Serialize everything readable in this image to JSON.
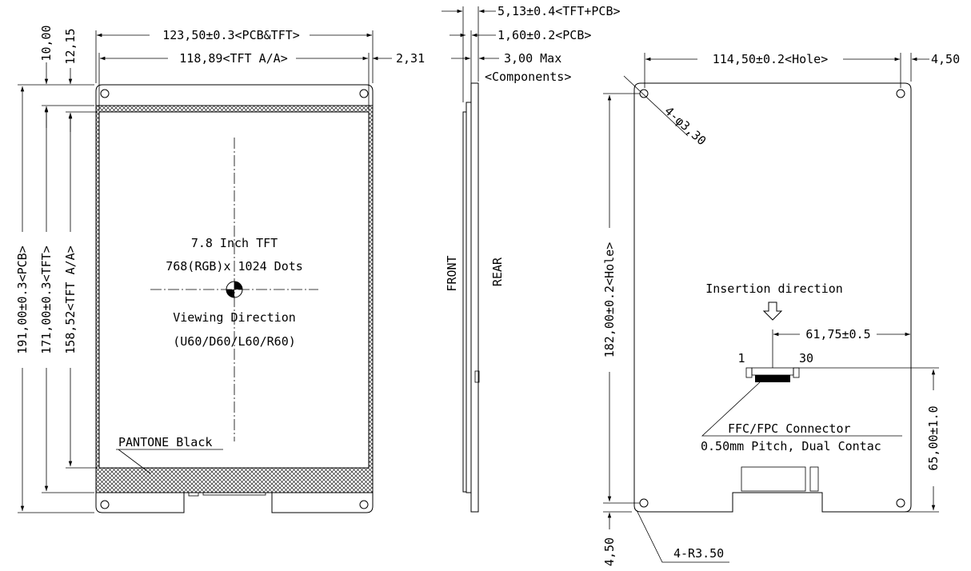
{
  "front_view": {
    "dim_pcb_width": "123,50±0.3<PCB&TFT>",
    "dim_aa_width": "118,89<TFT A/A>",
    "dim_offset_right": "2,31",
    "dim_top_offset_1": "10,00",
    "dim_top_offset_2": "12,15",
    "dim_pcb_height": "191,00±0.3<PCB>",
    "dim_tft_height": "171,00±0.3<TFT>",
    "dim_aa_height": "158,52<TFT A/A>",
    "title_line1": "7.8 Inch TFT",
    "title_line2": "768(RGB)x 1024 Dots",
    "viewing_line1": "Viewing Direction",
    "viewing_line2": "(U60/D60/L60/R60)",
    "pantone_label": "PANTONE Black"
  },
  "side_view": {
    "dim_total_thickness": "5,13±0.4<TFT+PCB>",
    "dim_pcb_thickness": "1,60±0.2<PCB>",
    "dim_components_1": "3,00 Max",
    "dim_components_2": "<Components>",
    "front_label": "FRONT",
    "rear_label": "REAR"
  },
  "rear_view": {
    "dim_hole_width": "114,50±0.2<Hole>",
    "dim_hole_offset_right": "4,50",
    "hole_callout": "4-φ3,30",
    "dim_hole_height": "182,00±0.2<Hole>",
    "insertion_label": "Insertion direction",
    "dim_connector_offset": "61,75±0.5",
    "pin_first": "1",
    "pin_last": "30",
    "dim_connector_height": "65,00±1.0",
    "connector_label_1": "FFC/FPC Connector",
    "connector_label_2": "0.50mm Pitch, Dual Contac",
    "dim_bottom_offset": "4,50",
    "radius_callout": "4-R3.50"
  }
}
